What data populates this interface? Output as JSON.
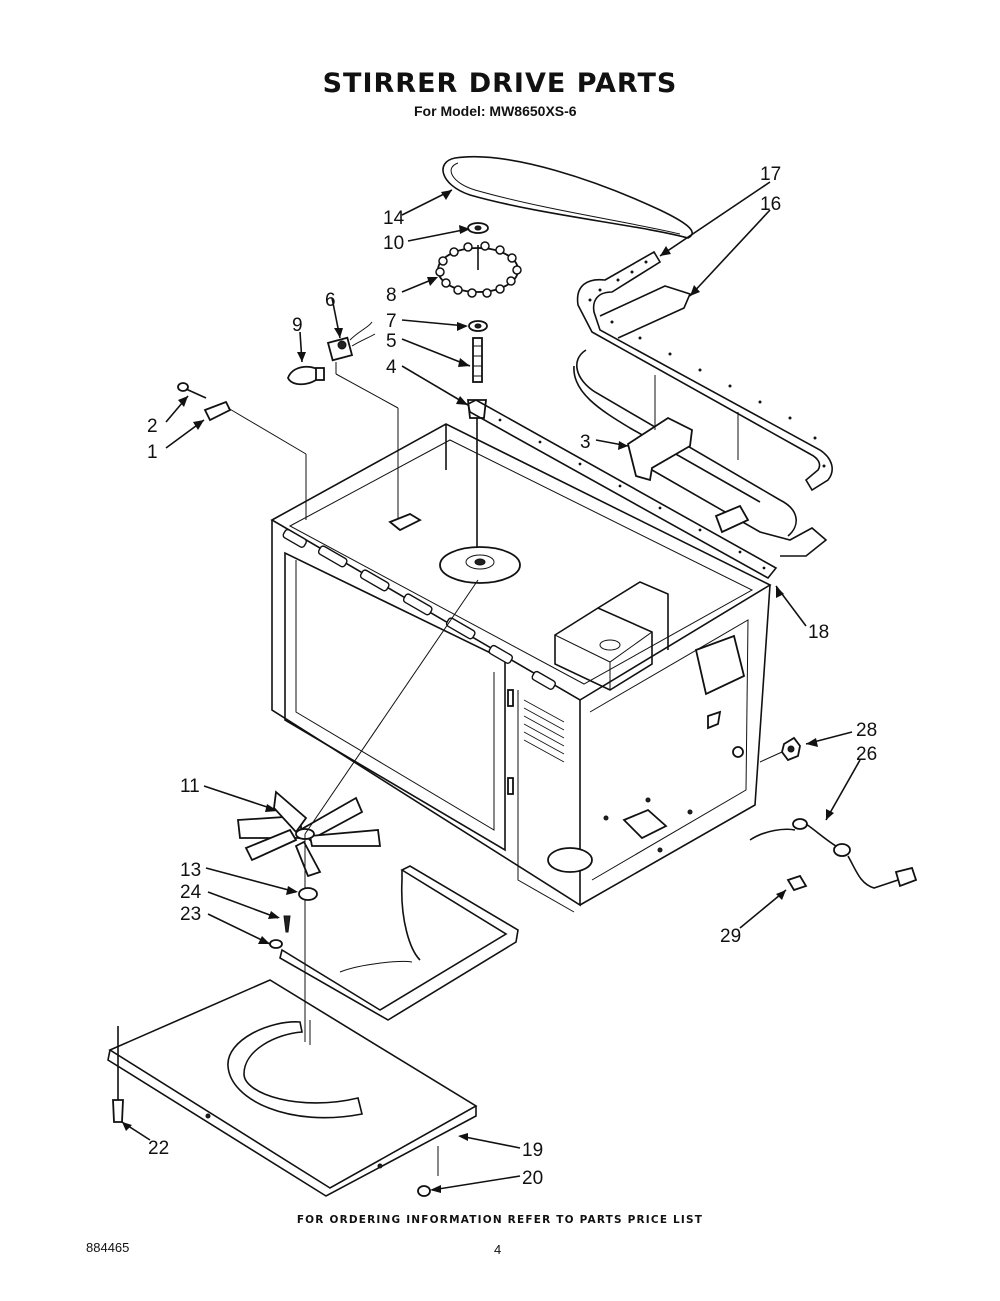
{
  "title": "STIRRER DRIVE PARTS",
  "subtitle": "For Model: MW8650XS-6",
  "footer_note": "FOR ORDERING INFORMATION REFER TO PARTS PRICE LIST",
  "doc_number": "884465",
  "page_number": "4",
  "callouts": {
    "c1": "1",
    "c2": "2",
    "c3": "3",
    "c4": "4",
    "c5": "5",
    "c6": "6",
    "c7": "7",
    "c8": "8",
    "c9": "9",
    "c10": "10",
    "c11": "11",
    "c13": "13",
    "c14": "14",
    "c16": "16",
    "c17": "17",
    "c18": "18",
    "c19": "19",
    "c20": "20",
    "c22": "22",
    "c23": "23",
    "c24": "24",
    "c26": "26",
    "c28": "28",
    "c29": "29"
  }
}
